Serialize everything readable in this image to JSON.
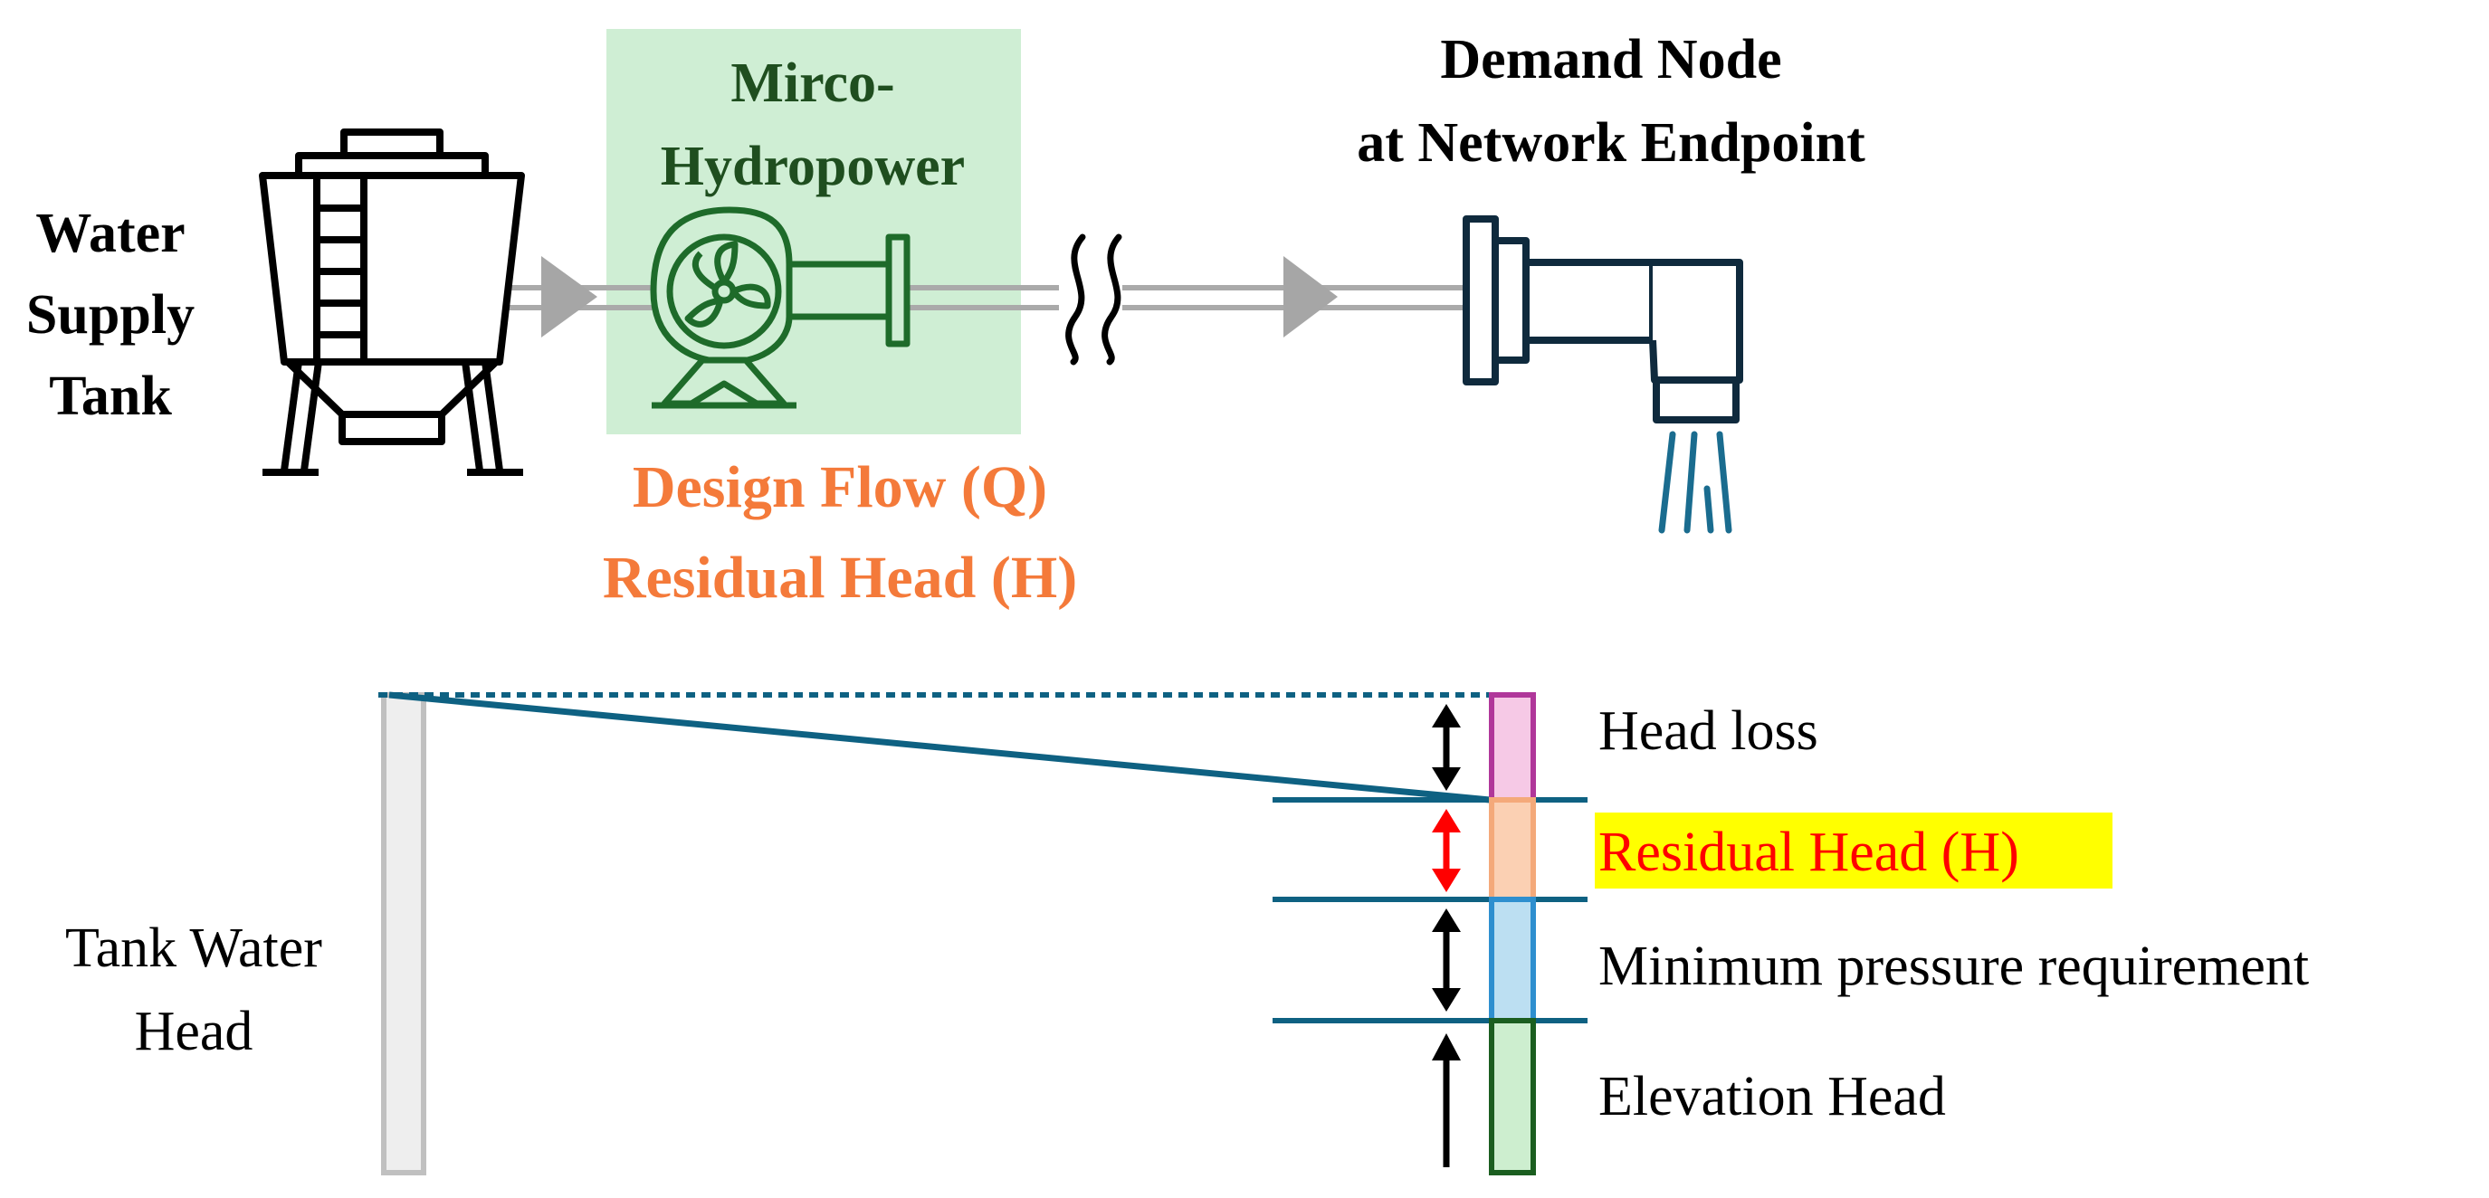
{
  "colors": {
    "dark_green": "#1f4e1f",
    "orange": "#f47a3a",
    "teal": "#0e6182",
    "navy": "#0f2a3d",
    "highlight_yellow": "#ffff00",
    "red": "#ff0000",
    "hydro_box_fill": "#cfeed4",
    "pipe_gray": "#aaaaaa"
  },
  "top": {
    "tank_label": [
      "Water",
      "Supply",
      "Tank"
    ],
    "hydro_label": [
      "Mirco-",
      "Hydropower"
    ],
    "demand_label": [
      "Demand Node",
      "at Network Endpoint"
    ],
    "design_flow": "Design Flow (Q)",
    "residual_head": "Residual Head (H)"
  },
  "diagram": {
    "tank_water_head": [
      "Tank Water",
      "Head"
    ],
    "legend": {
      "head_loss": "Head loss",
      "residual_head": "Residual Head (H)",
      "min_pressure": "Minimum pressure requirement",
      "elevation_head": "Elevation Head"
    },
    "segment_colors": {
      "head_loss": "#f6c9e6",
      "residual_head": "#fbd0b3",
      "min_pressure": "#bcdff2",
      "elevation_head": "#cdeecf"
    },
    "segment_borders": {
      "head_loss": "#b0379a",
      "residual_head": "#f4a97a",
      "min_pressure": "#2e8fcf",
      "elevation_head": "#1b5e20"
    }
  },
  "icons": {
    "tank": "water-tank-icon",
    "turbine": "turbine-icon",
    "faucet": "faucet-icon",
    "break": "pipe-break-icon"
  }
}
